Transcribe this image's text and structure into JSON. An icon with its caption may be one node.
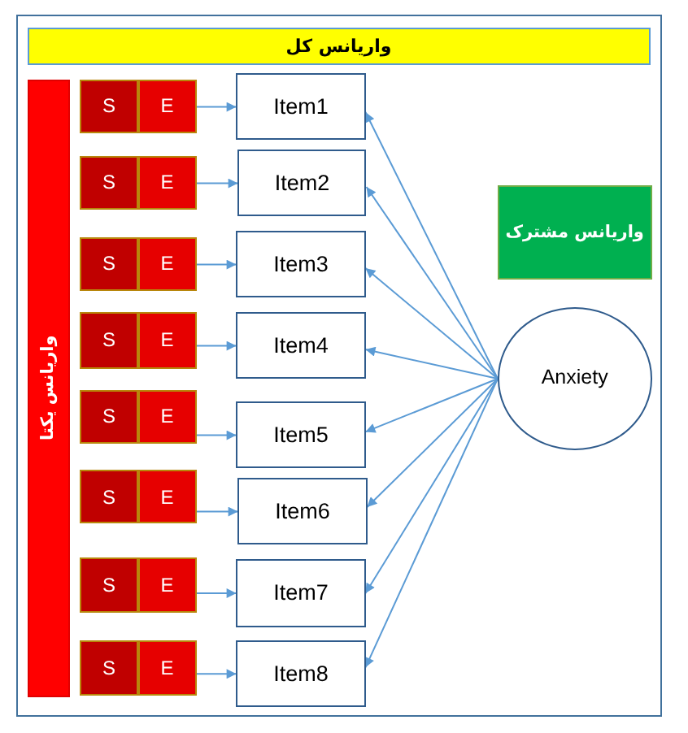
{
  "diagram": {
    "nodes": [
      {
        "text": [
          "واریانس کل"
        ]
      },
      {
        "text": [
          "واریانس یکتا"
        ]
      },
      {
        "text": [
          "S"
        ]
      },
      {
        "text": [
          "E"
        ]
      },
      {
        "text": [
          "Item1"
        ]
      },
      {
        "text": [
          "S"
        ]
      },
      {
        "text": [
          "E"
        ]
      },
      {
        "text": [
          "Item2"
        ]
      },
      {
        "text": [
          "S"
        ]
      },
      {
        "text": [
          "E"
        ]
      },
      {
        "text": [
          "Item3"
        ]
      },
      {
        "text": [
          "S"
        ]
      },
      {
        "text": [
          "E"
        ]
      },
      {
        "text": [
          "Item4"
        ]
      },
      {
        "text": [
          "S"
        ]
      },
      {
        "text": [
          "E"
        ]
      },
      {
        "text": [
          "Item5"
        ]
      },
      {
        "text": [
          "S"
        ]
      },
      {
        "text": [
          "E"
        ]
      },
      {
        "text": [
          "Item6"
        ]
      },
      {
        "text": [
          "S"
        ]
      },
      {
        "text": [
          "E"
        ]
      },
      {
        "text": [
          "Item7"
        ]
      },
      {
        "text": [
          "S"
        ]
      },
      {
        "text": [
          "E"
        ]
      },
      {
        "text": [
          "Item8"
        ]
      },
      {
        "text": [
          "واریانس مشترک"
        ]
      },
      {
        "text": [
          "Anxiety"
        ]
      }
    ],
    "edges": [
      {
        "from": 3,
        "to": 4,
        "arrow": "to"
      },
      {
        "from": 6,
        "to": 7,
        "arrow": "to"
      },
      {
        "from": 9,
        "to": 10,
        "arrow": "to"
      },
      {
        "from": 12,
        "to": 13,
        "arrow": "to"
      },
      {
        "from": 15,
        "to": 16,
        "arrow": "to"
      },
      {
        "from": 18,
        "to": 19,
        "arrow": "to"
      },
      {
        "from": 21,
        "to": 22,
        "arrow": "to"
      },
      {
        "from": 24,
        "to": 25,
        "arrow": "to"
      },
      {
        "from": 27,
        "to": 4,
        "arrow": "to"
      },
      {
        "from": 27,
        "to": 7,
        "arrow": "to"
      },
      {
        "from": 27,
        "to": 10,
        "arrow": "to"
      },
      {
        "from": 27,
        "to": 13,
        "arrow": "to"
      },
      {
        "from": 27,
        "to": 16,
        "arrow": "to"
      },
      {
        "from": 27,
        "to": 19,
        "arrow": "to"
      },
      {
        "from": 27,
        "to": 22,
        "arrow": "to"
      },
      {
        "from": 27,
        "to": 25,
        "arrow": "to"
      }
    ]
  }
}
